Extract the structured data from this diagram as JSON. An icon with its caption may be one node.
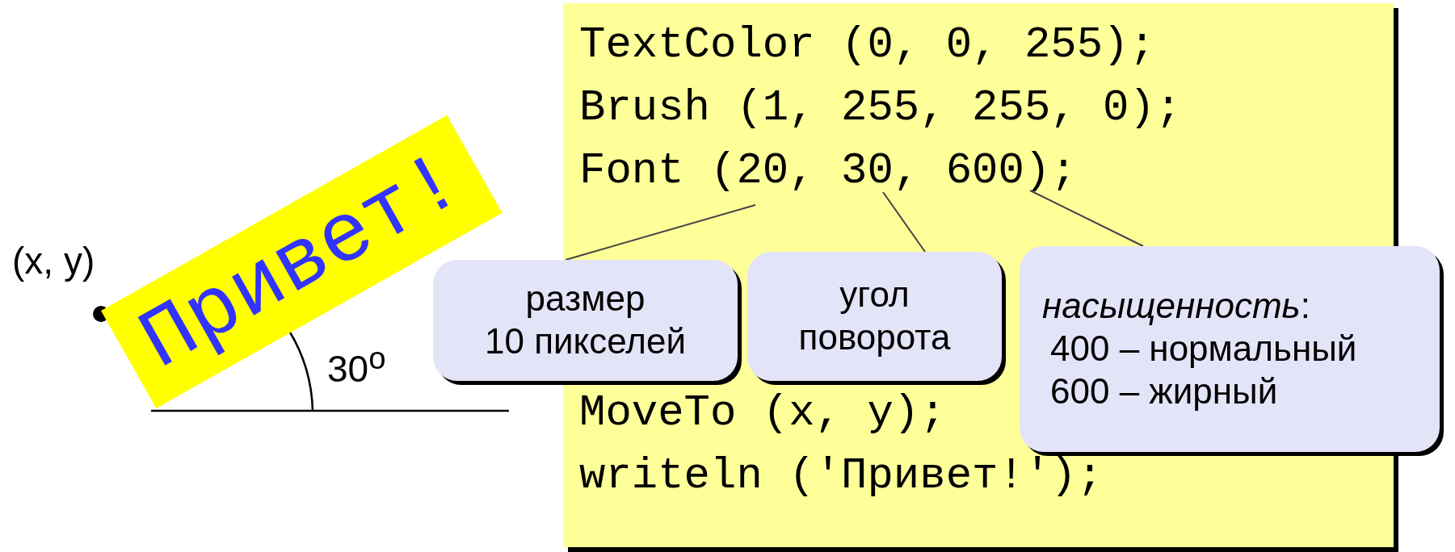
{
  "diagram": {
    "nodes": [
      {
        "text": [
          "TextColor (0, 0, 255);",
          "Brush (1, 255, 255, 0);",
          "Font (20, 30, 600);",
          "MoveTo (x, y);",
          "writeln ('Привет!');"
        ]
      },
      {
        "text": [
          "Привет!"
        ]
      },
      {
        "text": [
          "размер 10 пикселей"
        ]
      },
      {
        "text": [
          "угол поворота"
        ],
        "in": 0
      },
      {
        "text": [
          "*насыщенность*:",
          "400 – нормальный",
          "600 – жирный"
        ]
      }
    ],
    "edges": [
      {
        "from": 2,
        "to": null,
        "arrow": "none"
      },
      {
        "from": 3,
        "to": null,
        "arrow": "none"
      },
      {
        "from": 4,
        "to": null,
        "arrow": "none"
      }
    ],
    "labels": [
      "(x, y)",
      "30$^{o}$"
    ]
  }
}
